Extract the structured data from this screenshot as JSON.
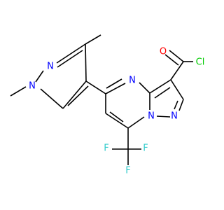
{
  "structure": {
    "atoms": {
      "o": {
        "label": "O",
        "color": "#ff0000"
      },
      "cl": {
        "label": "Cl",
        "color": "#00cc00"
      },
      "n_a": {
        "label": "N",
        "color": "#0000ff"
      },
      "n_b": {
        "label": "N",
        "color": "#0000ff"
      },
      "n_c": {
        "label": "N",
        "color": "#0000ff"
      },
      "n_d": {
        "label": "N",
        "color": "#0000ff"
      },
      "n_e": {
        "label": "N",
        "color": "#0000ff"
      },
      "f_a": {
        "label": "F",
        "color": "#33cccc"
      },
      "f_b": {
        "label": "F",
        "color": "#33cccc"
      },
      "f_c": {
        "label": "F",
        "color": "#33cccc"
      }
    }
  }
}
